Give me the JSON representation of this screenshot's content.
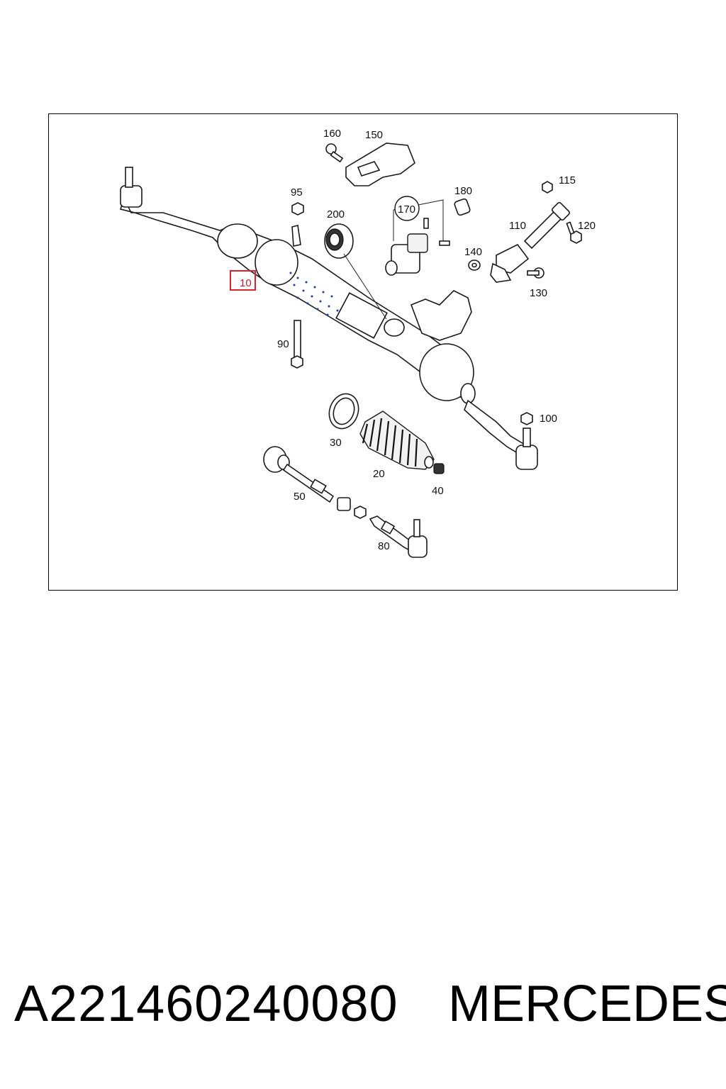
{
  "diagram": {
    "callouts": {
      "c10": "10",
      "c20": "20",
      "c30": "30",
      "c40": "40",
      "c50": "50",
      "c80": "80",
      "c90": "90",
      "c95": "95",
      "c100": "100",
      "c110": "110",
      "c115": "115",
      "c120": "120",
      "c130": "130",
      "c140": "140",
      "c150": "150",
      "c160": "160",
      "c170": "170",
      "c180": "180",
      "c200": "200"
    },
    "highlight_color": "#e0202a"
  },
  "footer": {
    "part_number": "A221460240080",
    "brand": "MERCEDES"
  }
}
